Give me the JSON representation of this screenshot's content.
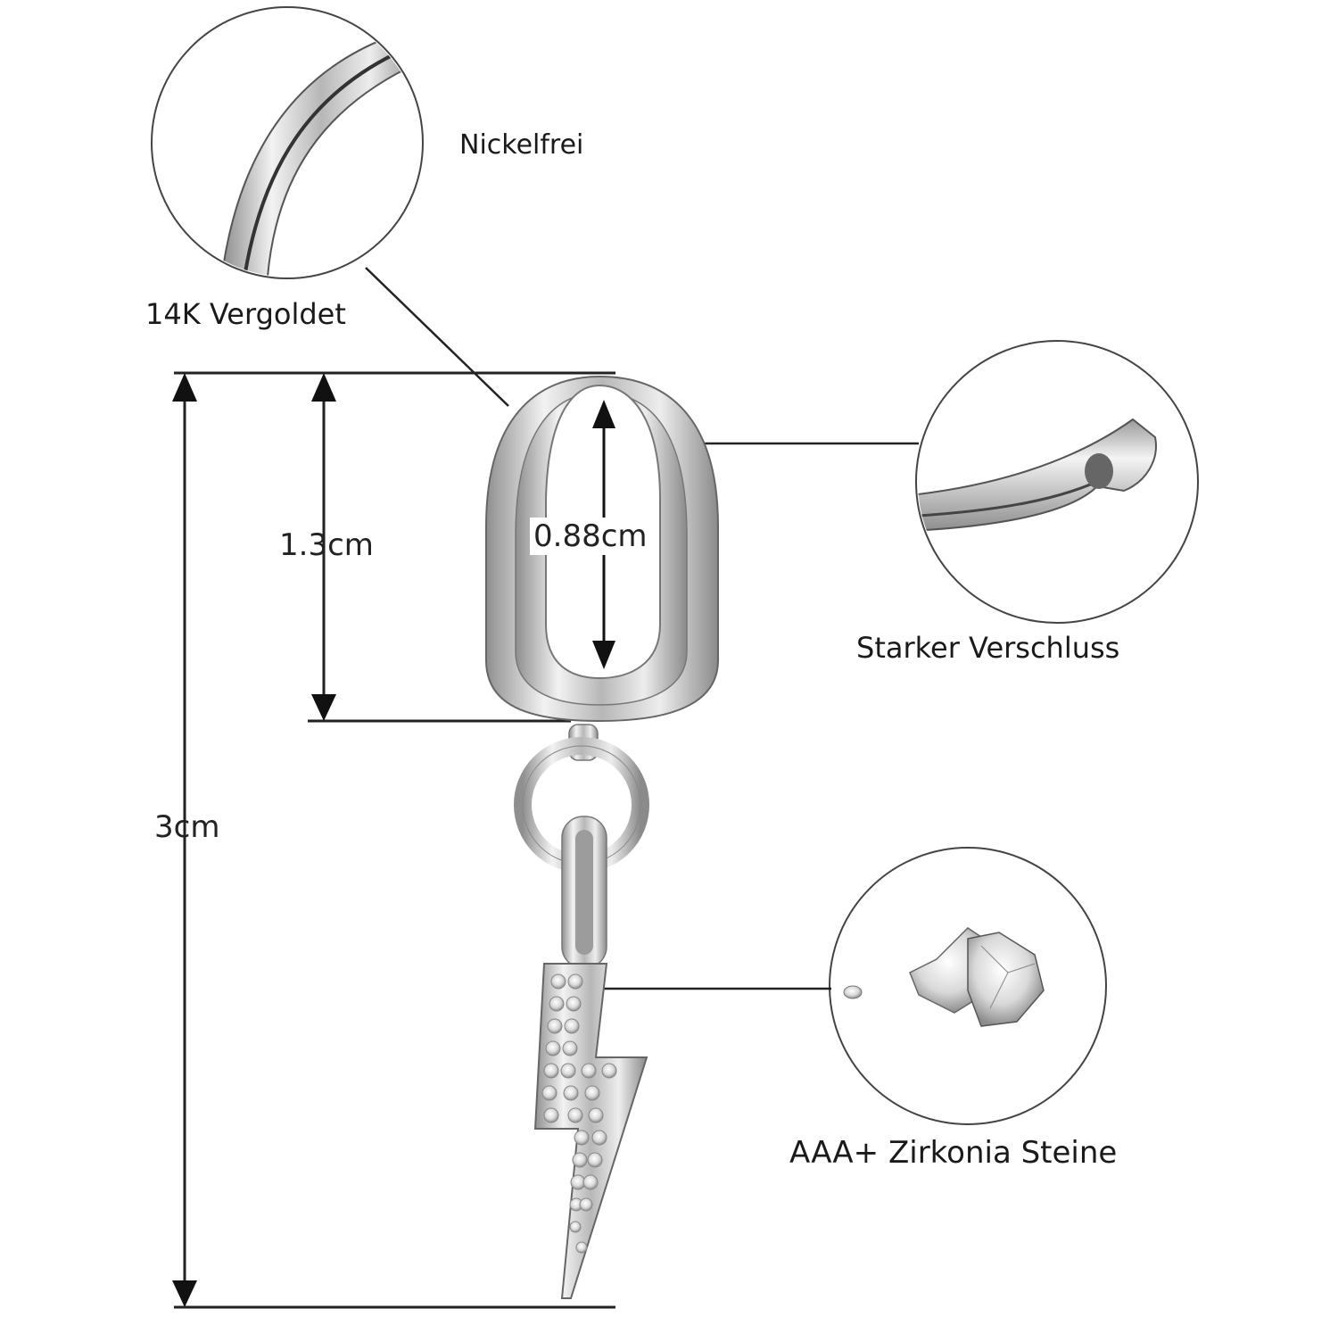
{
  "features": {
    "nickel_free": "Nickelfrei",
    "plating": "14K Vergoldet",
    "clasp": "Starker Verschluss",
    "stones": "AAA+ Zirkonia Steine"
  },
  "dimensions": {
    "total_length": "3cm",
    "hoop_outer": "1.3cm",
    "hoop_inner": "0.88cm"
  }
}
